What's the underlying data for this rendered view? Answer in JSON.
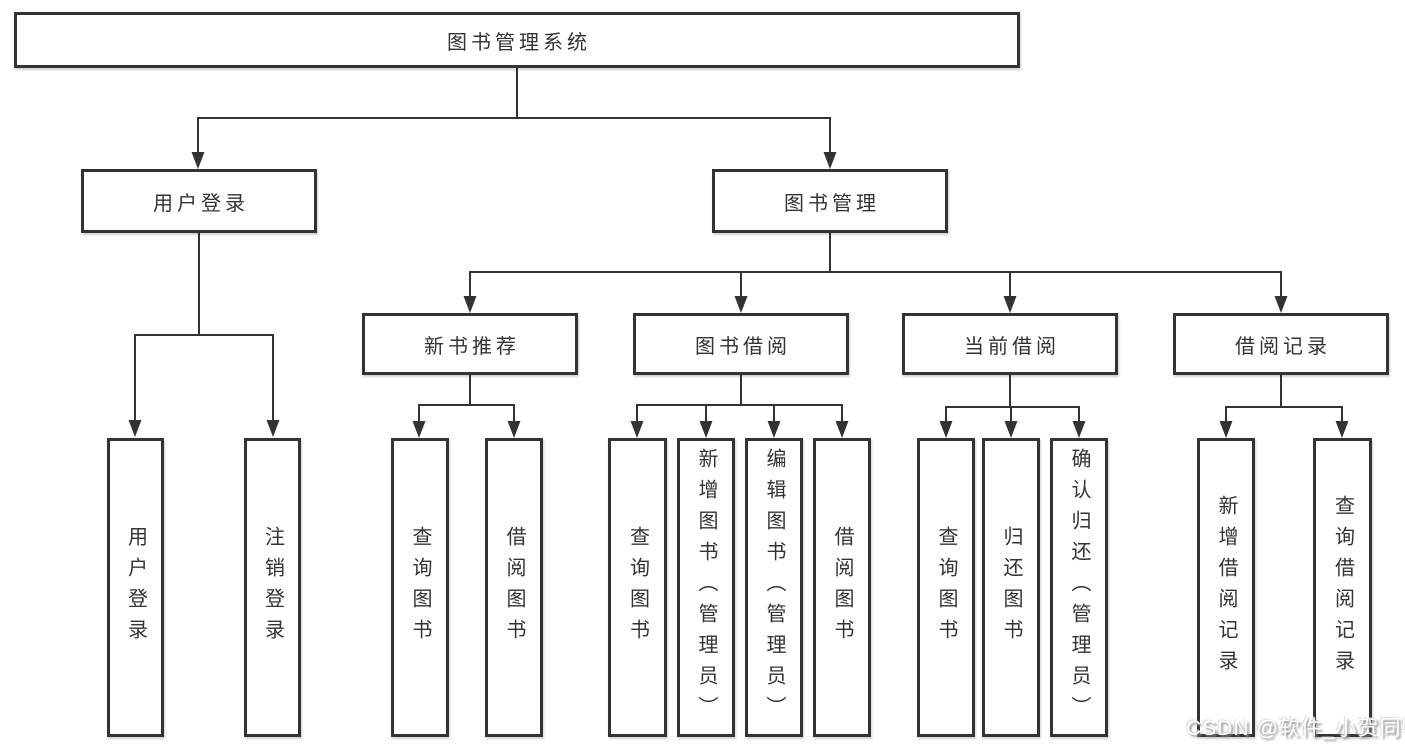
{
  "diagram": {
    "root": {
      "label": "图书管理系统"
    },
    "level2": [
      {
        "label": "用户登录"
      },
      {
        "label": "图书管理"
      }
    ],
    "level3": [
      {
        "label": "新书推荐"
      },
      {
        "label": "图书借阅"
      },
      {
        "label": "当前借阅"
      },
      {
        "label": "借阅记录"
      }
    ],
    "leaves": {
      "user_login": [
        {
          "label": "用户登录"
        },
        {
          "label": "注销登录"
        }
      ],
      "new_book": [
        {
          "label": "查询图书"
        },
        {
          "label": "借阅图书"
        }
      ],
      "borrow": [
        {
          "label": "查询图书"
        },
        {
          "label": "新增图书（管理员）"
        },
        {
          "label": "编辑图书（管理员）"
        },
        {
          "label": "借阅图书"
        }
      ],
      "current": [
        {
          "label": "查询图书"
        },
        {
          "label": "归还图书"
        },
        {
          "label": "确认归还（管理员）"
        }
      ],
      "records": [
        {
          "label": "新增借阅记录"
        },
        {
          "label": "查询借阅记录"
        }
      ]
    }
  },
  "watermark": {
    "text": "CSDN @软件_小贺同学"
  },
  "colors": {
    "line": "#333333",
    "box_border": "#333333",
    "box_fill": "#ffffff",
    "text": "#333333",
    "watermark_text": "#ffffff",
    "watermark_shadow": "#8a8a8a",
    "background": "#ffffff"
  }
}
